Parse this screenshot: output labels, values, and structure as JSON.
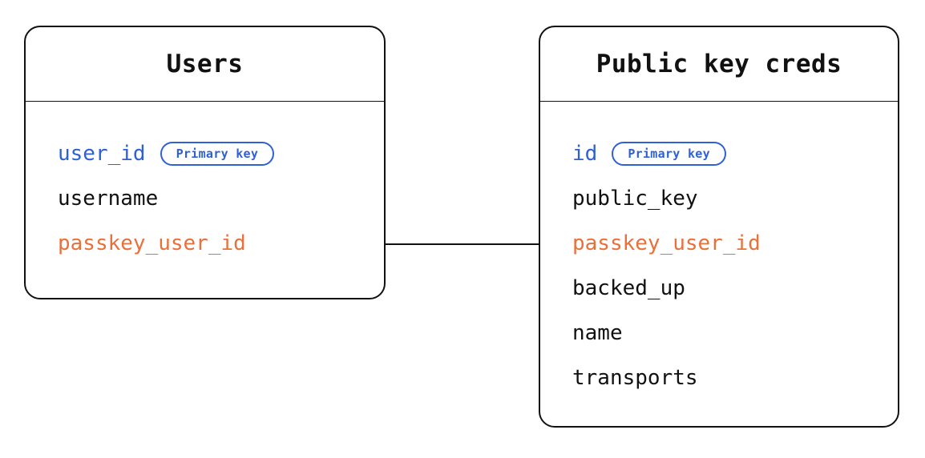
{
  "diagram": {
    "type": "entity-relationship-diagram",
    "background_color": "#ffffff",
    "colors": {
      "border": "#111111",
      "text": "#111111",
      "primary_key": "#2f61d4",
      "foreign_key": "#e8703a",
      "badge_border": "#2f61d4"
    }
  },
  "entities": [
    {
      "id": "users",
      "title": "Users",
      "fields": [
        {
          "name": "user_id",
          "role": "primary_key",
          "badge": "Primary key"
        },
        {
          "name": "username",
          "role": "plain",
          "badge": null
        },
        {
          "name": "passkey_user_id",
          "role": "foreign_key",
          "badge": null
        }
      ]
    },
    {
      "id": "public_key_creds",
      "title": "Public key creds",
      "fields": [
        {
          "name": "id",
          "role": "primary_key",
          "badge": "Primary key"
        },
        {
          "name": "public_key",
          "role": "plain",
          "badge": null
        },
        {
          "name": "passkey_user_id",
          "role": "foreign_key",
          "badge": null
        },
        {
          "name": "backed_up",
          "role": "plain",
          "badge": null
        },
        {
          "name": "name",
          "role": "plain",
          "badge": null
        },
        {
          "name": "transports",
          "role": "plain",
          "badge": null
        }
      ]
    }
  ],
  "relationships": [
    {
      "from_entity": "users",
      "from_field": "passkey_user_id",
      "to_entity": "public_key_creds",
      "to_field": "passkey_user_id",
      "style": "straight-line"
    }
  ]
}
